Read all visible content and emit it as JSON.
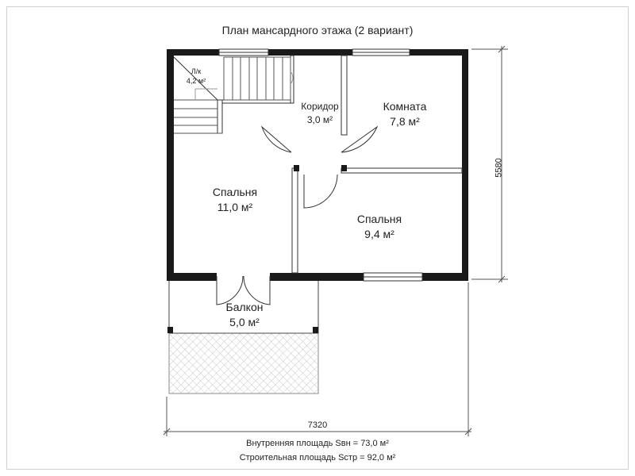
{
  "title": "План мансардного этажа (2 вариант)",
  "rooms": {
    "pk": {
      "name": "Л/к",
      "area": "4,2 м²"
    },
    "corridor": {
      "name": "Коридор",
      "area": "3,0 м²"
    },
    "room": {
      "name": "Комната",
      "area": "7,8 м²"
    },
    "bedroom_left": {
      "name": "Спальня",
      "area": "11,0 м²"
    },
    "bedroom_right": {
      "name": "Спальня",
      "area": "9,4 м²"
    },
    "balcony": {
      "name": "Балкон",
      "area": "5,0 м²"
    }
  },
  "dimensions": {
    "width": "7320",
    "height": "5580"
  },
  "footer": {
    "inner_area": "Внутренняя площадь Sвн = 73,0 м²",
    "building_area": "Строительная площадь Sстр = 92,0 м²"
  },
  "colors": {
    "wall": "#1a1a1a",
    "partition": "#ffffff",
    "line": "#333333",
    "hatch": "#bfbfbf"
  }
}
